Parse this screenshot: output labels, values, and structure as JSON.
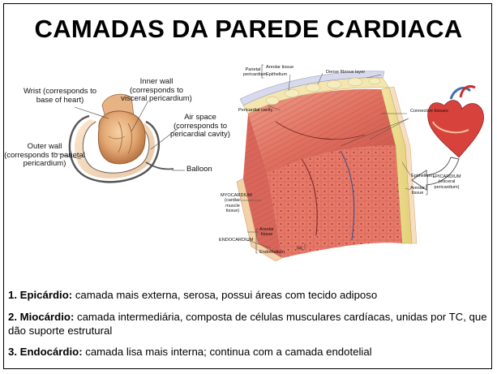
{
  "title": "CAMADAS DA PAREDE CARDIACA",
  "balloon_labels": {
    "wrist": "Wrist (corresponds to base of heart)",
    "inner_wall": "Inner wall (corresponds to visceral pericardium)",
    "air_space": "Air space (corresponds to pericardial cavity)",
    "outer_wall": "Outer wall (corresponds to parietal pericardium)",
    "balloon": "Balloon"
  },
  "section_labels": {
    "parietal_pericardium": "Parietal pericardium",
    "areolar_tissue_top": "Areolar tissue",
    "epithelium_top": "Epithelium",
    "dense_fibrous_layer": "Dense fibrous layer",
    "pericardial_cavity": "Pericardial cavity",
    "connective_tissues": "Connective tissues",
    "epithelium_right": "Epithelium",
    "areolar_tissue_right": "Areolar tissue",
    "epicardium": "EPICARDIUM (visceral pericardium)",
    "myocardium": "MYOCARDIUM (cardiac muscle tissue)",
    "endocardium": "ENDOCARDIUM",
    "areolar_tissue_bottom": "Areolar tissue",
    "endothelium": "Endothelium",
    "figure_letter": "(a)"
  },
  "items": [
    {
      "term": "1. Epicárdio:",
      "text": " camada mais externa, serosa, possui áreas com tecido adiposo"
    },
    {
      "term": "2. Miocárdio:",
      "text": " camada intermediária, composta de células musculares cardíacas, unidas por TC, que dão suporte estrutural"
    },
    {
      "term": "3. Endocárdio:",
      "text": " camada lisa mais interna; continua com a camada endotelial"
    }
  ]
}
